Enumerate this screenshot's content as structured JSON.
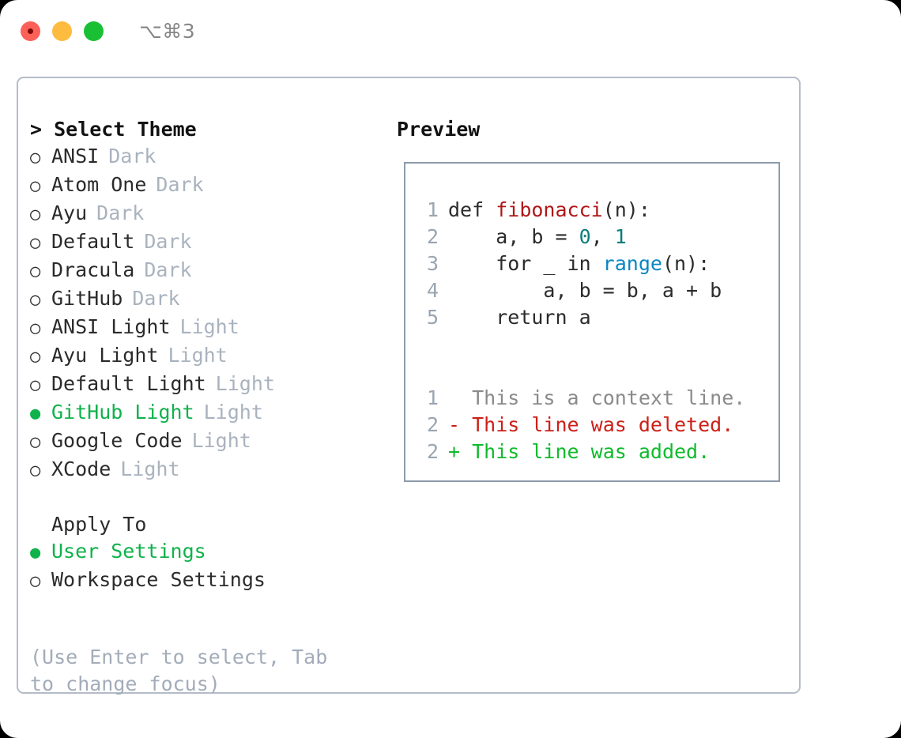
{
  "titlebar": {
    "shortcut": "⌥⌘3",
    "buttons": {
      "close": "close",
      "minimize": "minimize",
      "maximize": "maximize"
    },
    "colors": {
      "close": "#fc6058",
      "minimize": "#fdbc40",
      "maximize": "#1ac034"
    }
  },
  "theme_picker": {
    "heading": "> Select Theme",
    "marker_selected": "●",
    "marker_unselected": "○",
    "items": [
      {
        "marker": "○",
        "name": "ANSI",
        "kind": "Dark",
        "selected": false
      },
      {
        "marker": "○",
        "name": "Atom One",
        "kind": "Dark",
        "selected": false
      },
      {
        "marker": "○",
        "name": "Ayu",
        "kind": "Dark",
        "selected": false
      },
      {
        "marker": "○",
        "name": "Default",
        "kind": "Dark",
        "selected": false
      },
      {
        "marker": "○",
        "name": "Dracula",
        "kind": "Dark",
        "selected": false
      },
      {
        "marker": "○",
        "name": "GitHub",
        "kind": "Dark",
        "selected": false
      },
      {
        "marker": "○",
        "name": "ANSI Light",
        "kind": "Light",
        "selected": false
      },
      {
        "marker": "○",
        "name": "Ayu Light",
        "kind": "Light",
        "selected": false
      },
      {
        "marker": "○",
        "name": "Default Light",
        "kind": "Light",
        "selected": false
      },
      {
        "marker": "●",
        "name": "GitHub Light",
        "kind": "Light",
        "selected": true
      },
      {
        "marker": "○",
        "name": "Google Code",
        "kind": "Light",
        "selected": false
      },
      {
        "marker": "○",
        "name": "XCode",
        "kind": "Light",
        "selected": false
      }
    ]
  },
  "apply_to": {
    "heading": "Apply To",
    "items": [
      {
        "marker": "●",
        "name": "User Settings",
        "selected": true
      },
      {
        "marker": "○",
        "name": "Workspace Settings",
        "selected": false
      }
    ]
  },
  "hint": "(Use Enter to select, Tab to change focus)",
  "preview": {
    "heading": "Preview",
    "code_lines": [
      {
        "no": "1",
        "segments": [
          {
            "t": "def ",
            "c": "plain"
          },
          {
            "t": "fibonacci",
            "c": "fn"
          },
          {
            "t": "(n):",
            "c": "plain"
          }
        ]
      },
      {
        "no": "2",
        "segments": [
          {
            "t": "    a, b = ",
            "c": "plain"
          },
          {
            "t": "0",
            "c": "num"
          },
          {
            "t": ", ",
            "c": "plain"
          },
          {
            "t": "1",
            "c": "num"
          }
        ]
      },
      {
        "no": "3",
        "segments": [
          {
            "t": "    for _ in ",
            "c": "plain"
          },
          {
            "t": "range",
            "c": "call"
          },
          {
            "t": "(n):",
            "c": "plain"
          }
        ]
      },
      {
        "no": "4",
        "segments": [
          {
            "t": "        a, b = b, a + b",
            "c": "plain"
          }
        ]
      },
      {
        "no": "5",
        "segments": [
          {
            "t": "    return a",
            "c": "plain"
          }
        ]
      }
    ],
    "diff_lines": [
      {
        "no": "1",
        "sign": " ",
        "text": "This is a context line.",
        "kind": "ctx"
      },
      {
        "no": "2",
        "sign": "-",
        "text": "This line was deleted.",
        "kind": "del"
      },
      {
        "no": "2",
        "sign": "+",
        "text": "This line was added.",
        "kind": "add"
      }
    ],
    "colors": {
      "function": "#b01717",
      "number": "#0d7d7d",
      "call": "#0b86c4",
      "context": "#8a8a8a",
      "deleted": "#cc2018",
      "added": "#0fbb2c",
      "lineno": "#9aa5b1"
    }
  },
  "accent": {
    "selected_green": "#0fb24b",
    "muted_label": "#a9b3be",
    "border": "#b4bcc8"
  }
}
